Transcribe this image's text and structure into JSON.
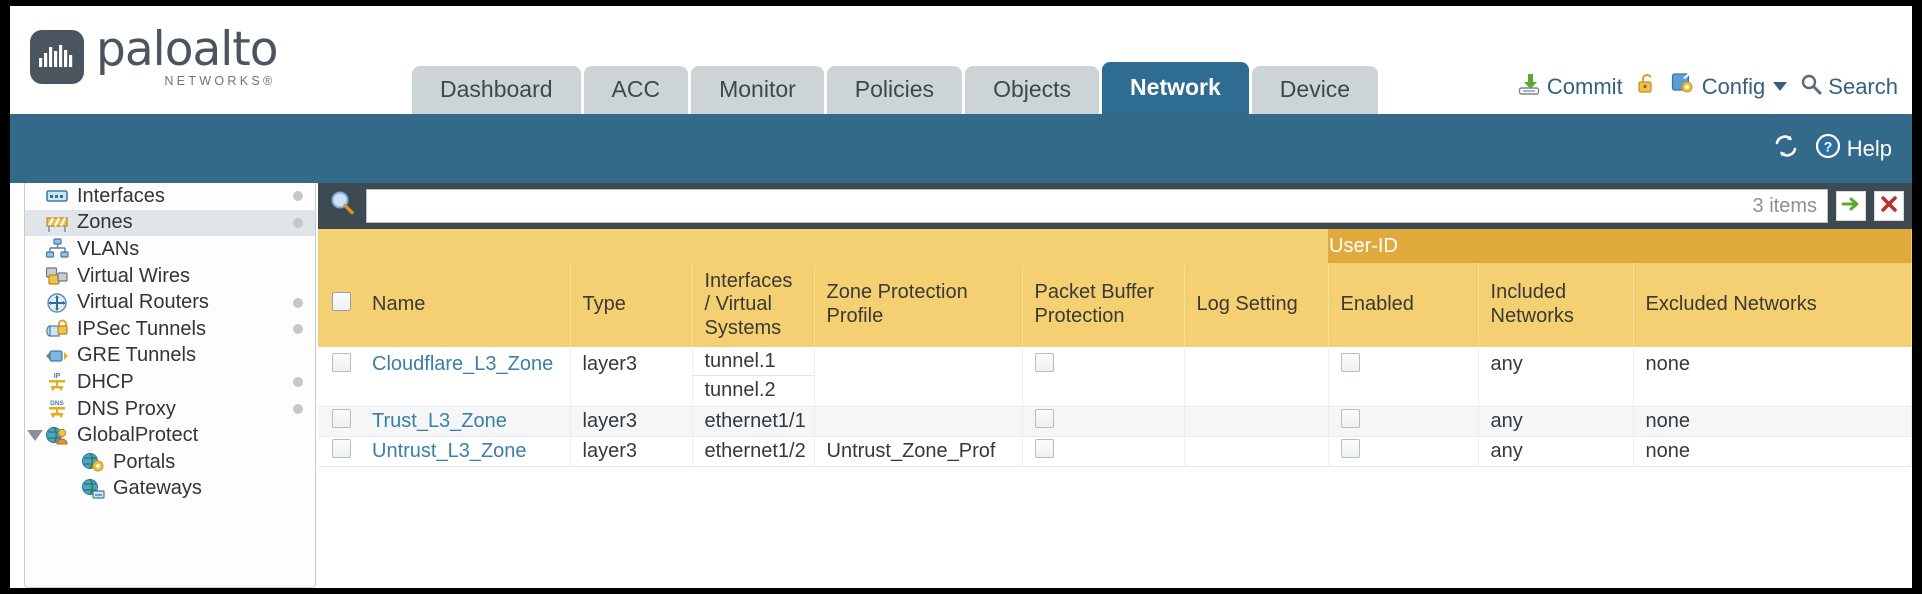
{
  "brand": {
    "name": "paloalto",
    "sub": "NETWORKS",
    "registered": "®",
    "logo_icon": "paloalto-logo-icon"
  },
  "nav": {
    "tabs": [
      {
        "label": "Dashboard",
        "active": false
      },
      {
        "label": "ACC",
        "active": false
      },
      {
        "label": "Monitor",
        "active": false
      },
      {
        "label": "Policies",
        "active": false
      },
      {
        "label": "Objects",
        "active": false
      },
      {
        "label": "Network",
        "active": true
      },
      {
        "label": "Device",
        "active": false
      }
    ]
  },
  "header_actions": {
    "commit": "Commit",
    "lock_icon": "unlocked-padlock-icon",
    "config": "Config",
    "search": "Search"
  },
  "toolbar": {
    "refresh_icon": "refresh-icon",
    "help": "Help"
  },
  "sidebar": {
    "items": [
      {
        "label": "Interfaces",
        "icon": "interfaces-icon",
        "selected": false,
        "dot": true,
        "child": false,
        "expander": false
      },
      {
        "label": "Zones",
        "icon": "zones-icon",
        "selected": true,
        "dot": true,
        "child": false,
        "expander": false
      },
      {
        "label": "VLANs",
        "icon": "vlans-icon",
        "selected": false,
        "dot": false,
        "child": false,
        "expander": false
      },
      {
        "label": "Virtual Wires",
        "icon": "virtual-wires-icon",
        "selected": false,
        "dot": false,
        "child": false,
        "expander": false
      },
      {
        "label": "Virtual Routers",
        "icon": "virtual-routers-icon",
        "selected": false,
        "dot": true,
        "child": false,
        "expander": false
      },
      {
        "label": "IPSec Tunnels",
        "icon": "ipsec-tunnels-icon",
        "selected": false,
        "dot": true,
        "child": false,
        "expander": false
      },
      {
        "label": "GRE Tunnels",
        "icon": "gre-tunnels-icon",
        "selected": false,
        "dot": false,
        "child": false,
        "expander": false
      },
      {
        "label": "DHCP",
        "icon": "dhcp-icon",
        "selected": false,
        "dot": true,
        "child": false,
        "expander": false
      },
      {
        "label": "DNS Proxy",
        "icon": "dns-proxy-icon",
        "selected": false,
        "dot": true,
        "child": false,
        "expander": false
      },
      {
        "label": "GlobalProtect",
        "icon": "globalprotect-icon",
        "selected": false,
        "dot": false,
        "child": false,
        "expander": true
      },
      {
        "label": "Portals",
        "icon": "portals-icon",
        "selected": false,
        "dot": false,
        "child": true,
        "expander": false
      },
      {
        "label": "Gateways",
        "icon": "gateways-icon",
        "selected": false,
        "dot": false,
        "child": true,
        "expander": false
      }
    ]
  },
  "search": {
    "value": "",
    "placeholder": "",
    "icon": "search-magnifier-icon",
    "item_count": "3 items",
    "apply_icon": "green-arrow-apply-icon",
    "clear_icon": "red-x-clear-icon"
  },
  "table": {
    "group_header": {
      "label": "User-ID",
      "span": 3
    },
    "columns": [
      "Name",
      "Type",
      "Interfaces / Virtual Systems",
      "Zone Protection Profile",
      "Packet Buffer Protection",
      "Log Setting",
      "Enabled",
      "Included Networks",
      "Excluded Networks"
    ],
    "rows": [
      {
        "name": "Cloudflare_L3_Zone",
        "type": "layer3",
        "interfaces": [
          "tunnel.1",
          "tunnel.2"
        ],
        "zone_protection_profile": "",
        "packet_buffer_protection": false,
        "log_setting": "",
        "userid_enabled": false,
        "included_networks": "any",
        "excluded_networks": "none"
      },
      {
        "name": "Trust_L3_Zone",
        "type": "layer3",
        "interfaces": [
          "ethernet1/1"
        ],
        "zone_protection_profile": "",
        "packet_buffer_protection": false,
        "log_setting": "",
        "userid_enabled": false,
        "included_networks": "any",
        "excluded_networks": "none"
      },
      {
        "name": "Untrust_L3_Zone",
        "type": "layer3",
        "interfaces": [
          "ethernet1/2"
        ],
        "zone_protection_profile": "Untrust_Zone_Prof",
        "packet_buffer_protection": false,
        "log_setting": "",
        "userid_enabled": false,
        "included_networks": "any",
        "excluded_networks": "none"
      }
    ]
  },
  "colors": {
    "brand_slate": "#4a5560",
    "active_tab": "#2e6c91",
    "blue_bar": "#336a8a",
    "panel_dark": "#3e4a52",
    "header_amber": "#f5d072",
    "group_amber": "#e0ab3c",
    "link_blue": "#3c7fa5"
  }
}
